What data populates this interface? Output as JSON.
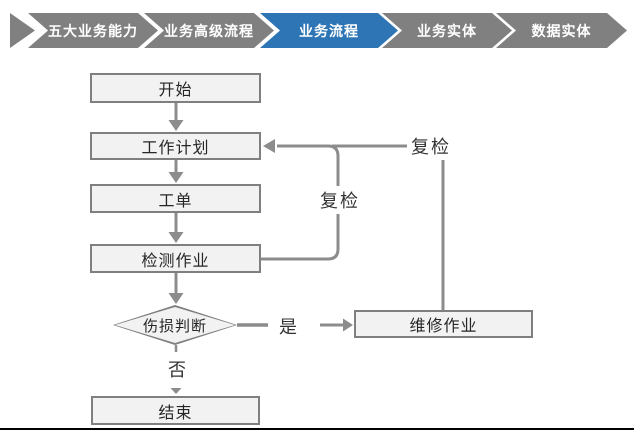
{
  "banner": {
    "items": [
      {
        "label": "五大业务能力",
        "active": false
      },
      {
        "label": "业务高级流程",
        "active": false
      },
      {
        "label": "业务流程",
        "active": true
      },
      {
        "label": "业务实体",
        "active": false
      },
      {
        "label": "数据实体",
        "active": false
      }
    ],
    "colors": {
      "inactive": "#808080",
      "active": "#2E75B6",
      "text": "#FFFFFF"
    }
  },
  "flowchart": {
    "nodes": [
      {
        "id": "start",
        "label": "开始",
        "type": "process"
      },
      {
        "id": "plan",
        "label": "工作计划",
        "type": "process"
      },
      {
        "id": "order",
        "label": "工单",
        "type": "process"
      },
      {
        "id": "inspect",
        "label": "检测作业",
        "type": "process"
      },
      {
        "id": "decision",
        "label": "伤损判断",
        "type": "decision"
      },
      {
        "id": "repair",
        "label": "维修作业",
        "type": "process"
      },
      {
        "id": "end",
        "label": "结束",
        "type": "process"
      }
    ],
    "edge_labels": {
      "recheck_left": "复检",
      "recheck_right": "复检",
      "yes": "是",
      "no": "否"
    },
    "colors": {
      "node_fill": "#F2F2F2",
      "node_border": "#7F7F7F",
      "line": "#8C8C8C",
      "text": "#262626"
    }
  }
}
